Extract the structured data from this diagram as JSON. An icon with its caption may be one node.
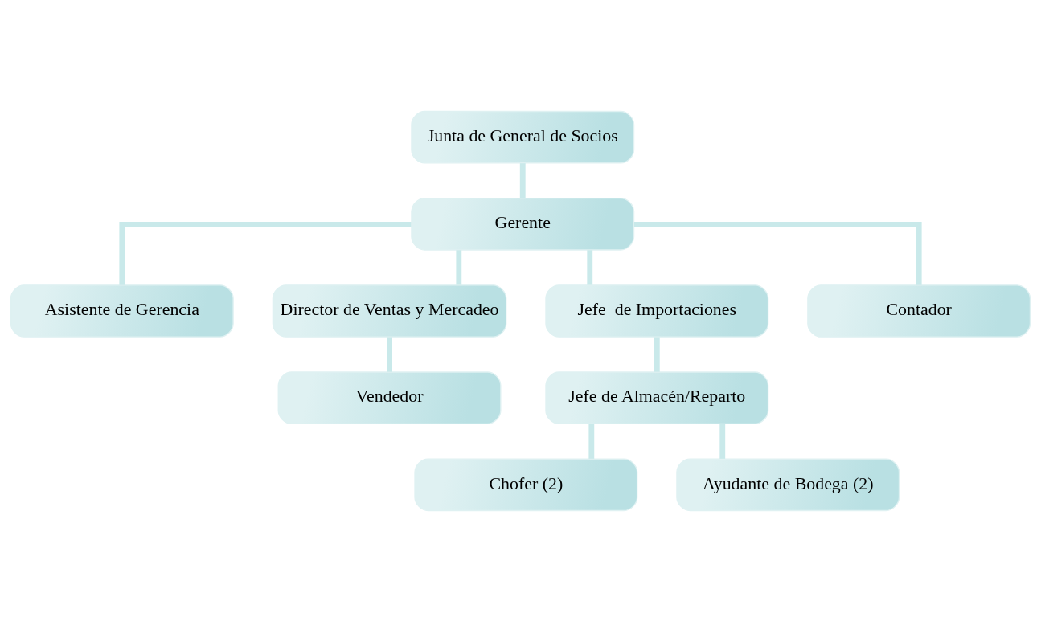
{
  "diagram": {
    "nodes": [
      {
        "text": [
          "Junta de General de Socios"
        ]
      },
      {
        "text": [
          "Gerente"
        ]
      },
      {
        "text": [
          "Asistente de Gerencia"
        ]
      },
      {
        "text": [
          "Director de Ventas y Mercadeo"
        ]
      },
      {
        "text": [
          "Jefe  de Importaciones"
        ]
      },
      {
        "text": [
          "Contador"
        ]
      },
      {
        "text": [
          "Vendedor"
        ]
      },
      {
        "text": [
          "Jefe de Almacén/Reparto"
        ]
      },
      {
        "text": [
          "Chofer (2)"
        ]
      },
      {
        "text": [
          "Ayudante de Bodega (2)"
        ]
      }
    ],
    "edges": [
      {
        "from": 0,
        "to": 1,
        "arrow": "none"
      },
      {
        "from": 1,
        "to": 2,
        "arrow": "none"
      },
      {
        "from": 1,
        "to": 3,
        "arrow": "none"
      },
      {
        "from": 1,
        "to": 4,
        "arrow": "none"
      },
      {
        "from": 1,
        "to": 5,
        "arrow": "none"
      },
      {
        "from": 3,
        "to": 6,
        "arrow": "none"
      },
      {
        "from": 4,
        "to": 7,
        "arrow": "none"
      },
      {
        "from": 7,
        "to": 8,
        "arrow": "none"
      },
      {
        "from": 7,
        "to": 9,
        "arrow": "none"
      }
    ]
  }
}
